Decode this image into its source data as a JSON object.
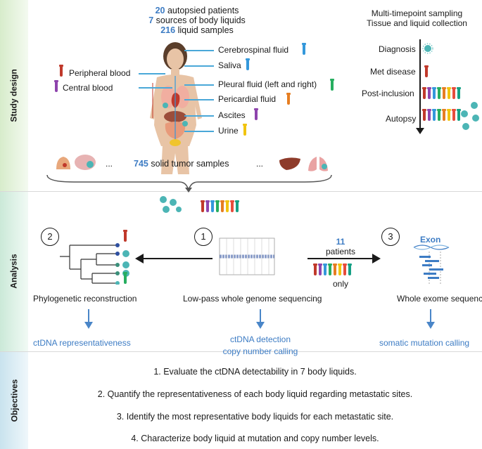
{
  "sections": {
    "study_design": "Study design",
    "analysis": "Analysis",
    "objectives": "Objectives"
  },
  "cohort": {
    "patients_n": "20",
    "patients_text": "autopsied patients",
    "sources_n": "7",
    "sources_text": "sources of body liquids",
    "samples_n": "216",
    "samples_text": "liquid samples"
  },
  "liquids": {
    "csf": "Cerebrospinal fluid",
    "saliva": "Saliva",
    "peripheral": "Peripheral blood",
    "central": "Central blood",
    "pleural": "Pleural fluid (left and right)",
    "pericardial": "Pericardial fluid",
    "ascites": "Ascites",
    "urine": "Urine"
  },
  "sampling": {
    "title_line1": "Multi-timepoint sampling",
    "title_line2": "Tissue and liquid collection",
    "timepoints": [
      "Diagnosis",
      "Met disease",
      "Post-inclusion",
      "Autopsy"
    ]
  },
  "tumor": {
    "ellipsis_left": "...",
    "count": "745",
    "text": "solid tumor samples",
    "ellipsis_right": "..."
  },
  "analysis": {
    "methods": [
      {
        "num": "2",
        "label": "Phylogenetic reconstruction",
        "result": "ctDNA representativeness"
      },
      {
        "num": "1",
        "label": "Low-pass whole genome sequencing",
        "result_line1": "ctDNA detection",
        "result_line2": "copy number calling"
      },
      {
        "num": "3",
        "label": "Whole exome sequencing",
        "result": "somatic mutation calling"
      }
    ],
    "subset_n": "11",
    "subset_text": "patients",
    "subset_only": "only",
    "exon_label": "Exon"
  },
  "objectives": [
    "1.  Evaluate the ctDNA detectability in 7 body liquids.",
    "2. Quantify the representativeness of each body liquid regarding metastatic sites.",
    "3. Identify the most representative body liquids for each metastatic site.",
    "4. Characterize body liquid at mutation and copy number levels."
  ],
  "colors": {
    "band_study": "#e6f2dc",
    "band_analysis": "#dcefe5",
    "band_objectives": "#dcebf2",
    "accent_blue": "#3d7cc4",
    "arrow_cyan": "#4aa8d8",
    "tube_colors": [
      "#c0392b",
      "#8e44ad",
      "#3498db",
      "#27ae60",
      "#e67e22",
      "#f1c40f",
      "#e74c3c",
      "#16a085"
    ]
  }
}
